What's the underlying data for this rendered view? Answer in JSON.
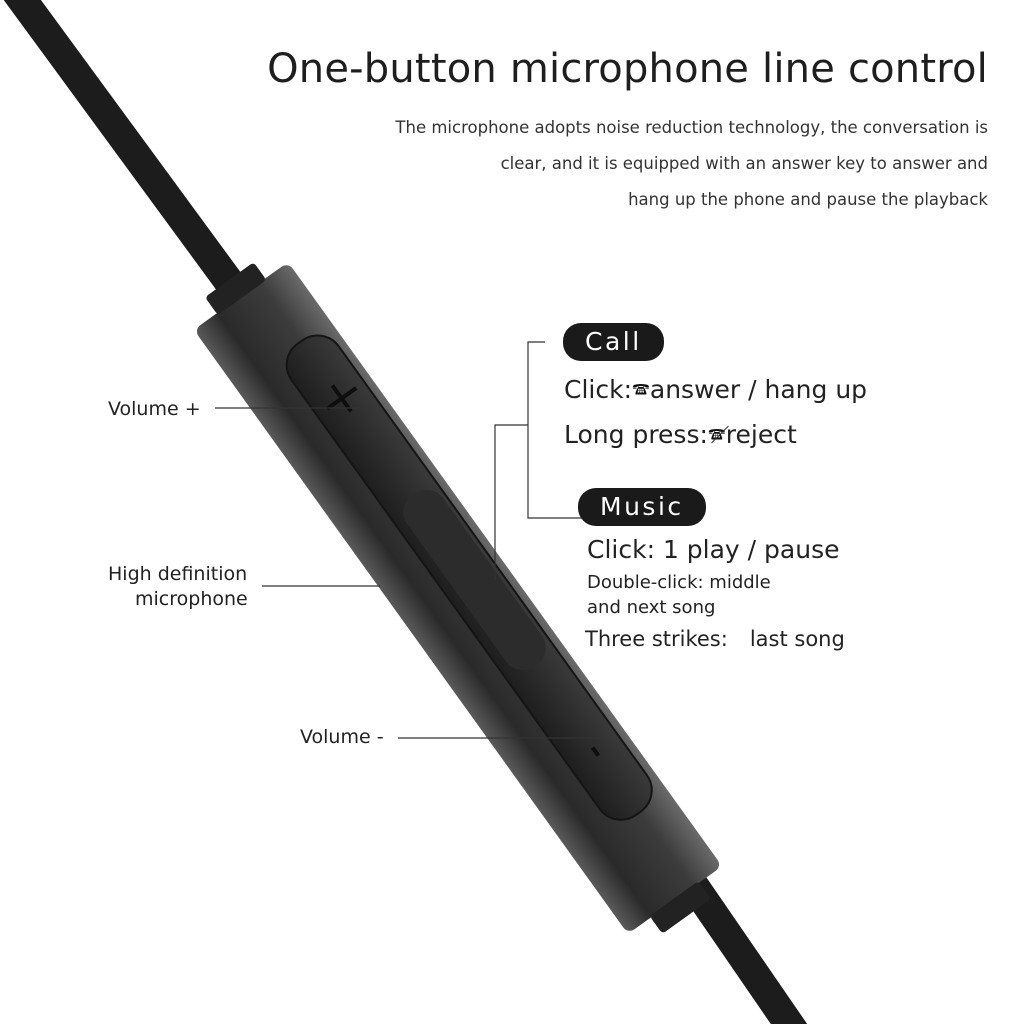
{
  "header": {
    "title": "One-button microphone line control",
    "description_lines": [
      "The microphone adopts noise reduction technology, the conversation is",
      "clear, and it is equipped with an answer key to answer and",
      "hang up the phone and pause the playback"
    ]
  },
  "labels": {
    "volume_up": "Volume +",
    "microphone_line1": "High definition",
    "microphone_line2": "microphone",
    "volume_down": "Volume -"
  },
  "call": {
    "badge": "Call",
    "click_prefix": "Click:",
    "click_action": "answer / hang up",
    "long_press_prefix": "Long press:",
    "long_press_action": "reject"
  },
  "music": {
    "badge": "Music",
    "click": "Click: 1 play / pause",
    "double_click_line1": "Double-click: middle",
    "double_click_line2": "and next song",
    "three_strikes_prefix": "Three strikes:",
    "three_strikes_action": "last song"
  },
  "colors": {
    "badge_bg": "#1a1a1a",
    "body": "#3a3a3a",
    "cable": "#1c1c1c"
  },
  "icons": [
    "phone-icon",
    "phone-reject-icon"
  ]
}
